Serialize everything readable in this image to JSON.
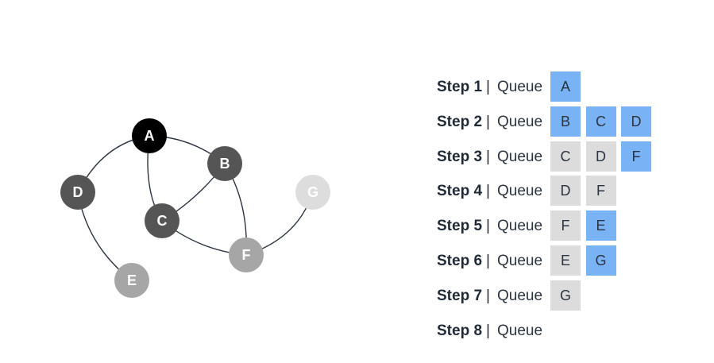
{
  "graph": {
    "nodes": [
      {
        "id": "A",
        "label": "A",
        "color": "#000000",
        "text_color": "#ffffff"
      },
      {
        "id": "B",
        "label": "B",
        "color": "#555555",
        "text_color": "#ffffff"
      },
      {
        "id": "C",
        "label": "C",
        "color": "#555555",
        "text_color": "#ffffff"
      },
      {
        "id": "D",
        "label": "D",
        "color": "#555555",
        "text_color": "#ffffff"
      },
      {
        "id": "E",
        "label": "E",
        "color": "#a6a6a6",
        "text_color": "#ffffff"
      },
      {
        "id": "F",
        "label": "F",
        "color": "#a6a6a6",
        "text_color": "#ffffff"
      },
      {
        "id": "G",
        "label": "G",
        "color": "#dddddd",
        "text_color": "#ffffff"
      }
    ],
    "edges": [
      [
        "A",
        "B"
      ],
      [
        "A",
        "C"
      ],
      [
        "A",
        "D"
      ],
      [
        "B",
        "C"
      ],
      [
        "B",
        "F"
      ],
      [
        "C",
        "F"
      ],
      [
        "D",
        "E"
      ],
      [
        "F",
        "G"
      ]
    ]
  },
  "steps": [
    {
      "label": "Step 1",
      "queue_word": "Queue",
      "cells": [
        {
          "text": "A",
          "state": "blue"
        }
      ]
    },
    {
      "label": "Step 2",
      "queue_word": "Queue",
      "cells": [
        {
          "text": "B",
          "state": "blue"
        },
        {
          "text": "C",
          "state": "blue"
        },
        {
          "text": "D",
          "state": "blue"
        }
      ]
    },
    {
      "label": "Step 3",
      "queue_word": "Queue",
      "cells": [
        {
          "text": "C",
          "state": "gray"
        },
        {
          "text": "D",
          "state": "gray"
        },
        {
          "text": "F",
          "state": "blue"
        }
      ]
    },
    {
      "label": "Step 4",
      "queue_word": "Queue",
      "cells": [
        {
          "text": "D",
          "state": "gray"
        },
        {
          "text": "F",
          "state": "gray"
        }
      ]
    },
    {
      "label": "Step 5",
      "queue_word": "Queue",
      "cells": [
        {
          "text": "F",
          "state": "gray"
        },
        {
          "text": "E",
          "state": "blue"
        }
      ]
    },
    {
      "label": "Step 6",
      "queue_word": "Queue",
      "cells": [
        {
          "text": "E",
          "state": "gray"
        },
        {
          "text": "G",
          "state": "blue"
        }
      ]
    },
    {
      "label": "Step 7",
      "queue_word": "Queue",
      "cells": [
        {
          "text": "G",
          "state": "gray"
        }
      ]
    },
    {
      "label": "Step 8",
      "queue_word": "Queue",
      "cells": []
    }
  ],
  "separator": "|",
  "colors": {
    "blue": "#7ab3f5",
    "gray": "#dcdcdc",
    "edge": "#2b3440"
  }
}
